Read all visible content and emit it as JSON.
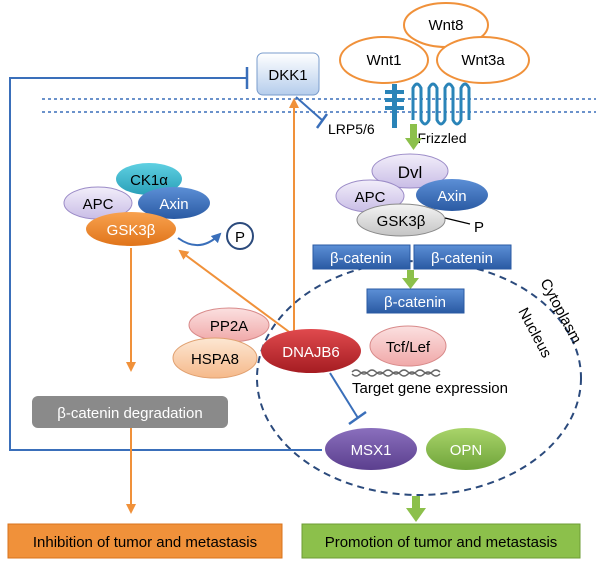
{
  "wnt": {
    "w8": "Wnt8",
    "w1": "Wnt1",
    "w3a": "Wnt3a"
  },
  "receptors": {
    "dkk1": "DKK1",
    "lrp": "LRP5/6",
    "frizzled": "Frizzled"
  },
  "destruction_right": {
    "dvl": "Dvl",
    "apc": "APC",
    "axin": "Axin",
    "gsk": "GSK3β",
    "p": "P"
  },
  "destruction_left": {
    "ck1": "CK1α",
    "apc": "APC",
    "axin": "Axin",
    "gsk": "GSK3β",
    "p": "P"
  },
  "catenin": {
    "left": "β-catenin",
    "right": "β-catenin",
    "nuclear": "β-catenin"
  },
  "compartments": {
    "cytoplasm": "Cytoplasm",
    "nucleus": "Nucleus"
  },
  "chaperones": {
    "pp2a": "PP2A",
    "hspa8": "HSPA8",
    "dnajb6": "DNAJB6",
    "tcf": "Tcf/Lef"
  },
  "target_gene": "Target gene expression",
  "degradation": "β-catenin degradation",
  "nuclear_targets": {
    "msx1": "MSX1",
    "opn": "OPN"
  },
  "outcomes": {
    "inhibition": "Inhibition of tumor and metastasis",
    "promotion": "Promotion of tumor and metastasis"
  },
  "colors": {
    "orange_arrow": "#f0913a",
    "blue_line": "#3a6fba",
    "green_arrow": "#8cc04b",
    "catenin_blue": "#4a7ec6",
    "dnajb6_red": "#c0282e"
  }
}
